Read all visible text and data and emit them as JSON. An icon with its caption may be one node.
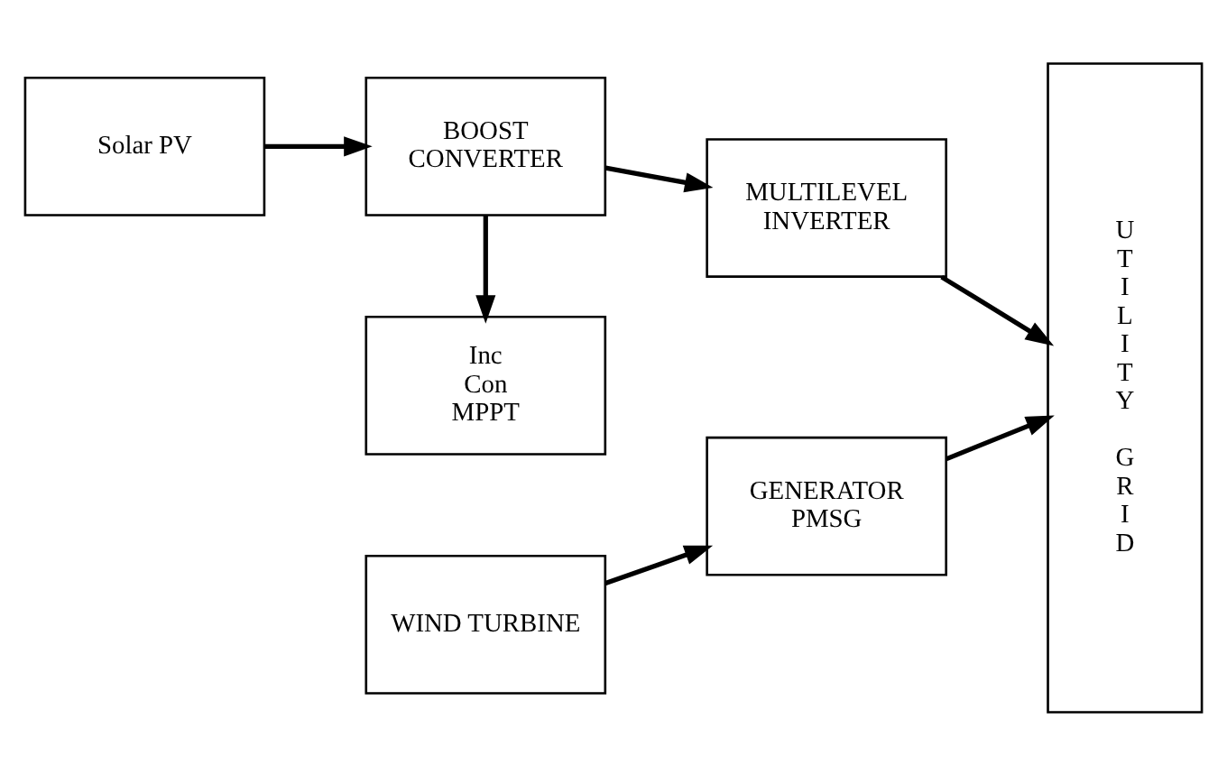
{
  "diagram": {
    "nodes": [
      {
        "text": [
          "Solar PV"
        ]
      },
      {
        "text": [
          "BOOST CONVERTER"
        ]
      },
      {
        "text": [
          "MULTILEVEL INVERTER"
        ]
      },
      {
        "text": [
          "Inc Con MPPT"
        ]
      },
      {
        "text": [
          "UTILITY GRID"
        ]
      },
      {
        "text": [
          "WIND TURBINE"
        ]
      },
      {
        "text": [
          "GENERATOR PMSG"
        ]
      }
    ],
    "edges": [
      {
        "from": 0,
        "to": 1,
        "arrow": "to"
      },
      {
        "from": 1,
        "to": 2,
        "arrow": "to"
      },
      {
        "from": 1,
        "to": 3,
        "arrow": "to"
      },
      {
        "from": 2,
        "to": 4,
        "arrow": "to"
      },
      {
        "from": 5,
        "to": 6,
        "arrow": "to"
      },
      {
        "from": 6,
        "to": 4,
        "arrow": "to"
      }
    ]
  }
}
